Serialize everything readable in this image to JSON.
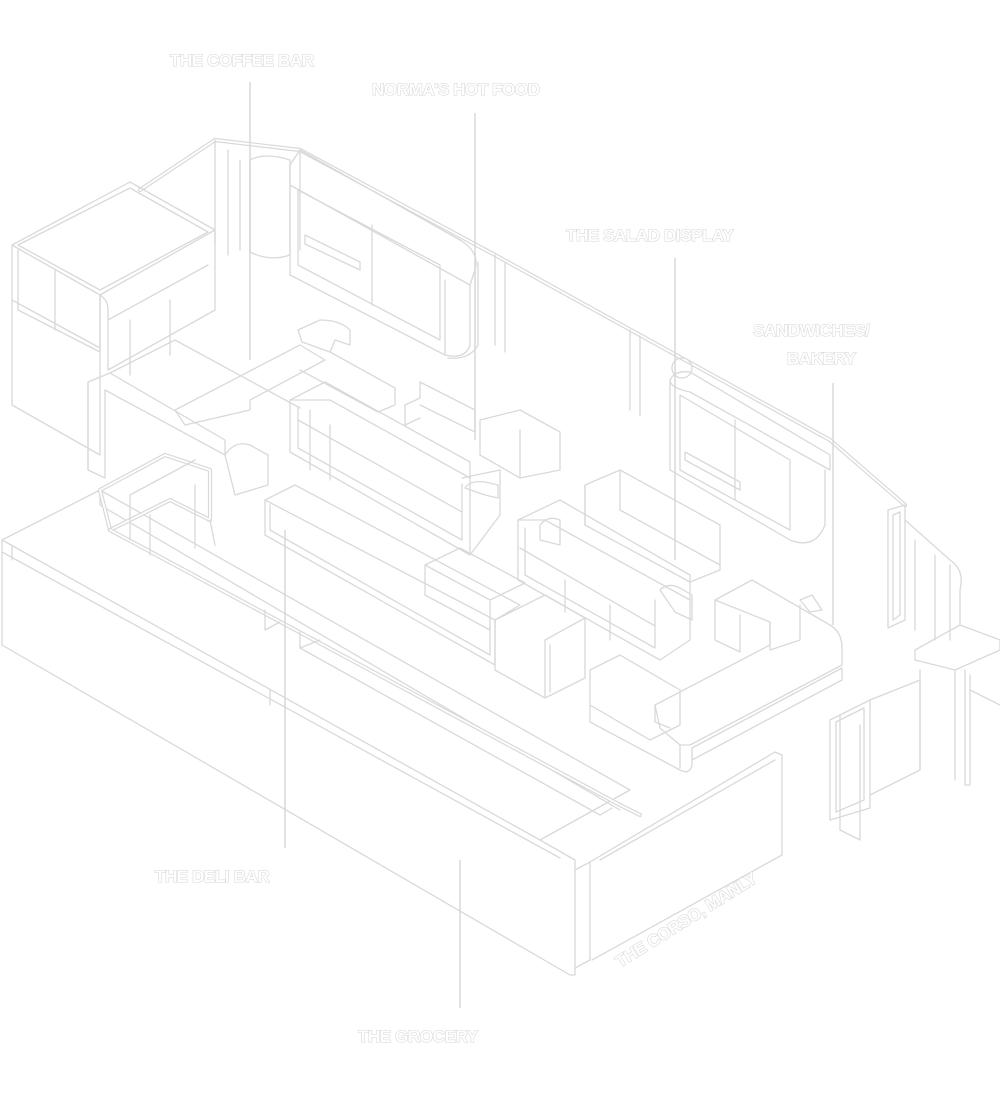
{
  "diagram": {
    "labels": {
      "coffee_bar": "THE COFFEE BAR",
      "hot_food": "NORMA'S HOT FOOD",
      "salad_display": "THE SALAD DISPLAY",
      "sandwiches_line1": "SANDWICHES/",
      "sandwiches_line2": "BAKERY",
      "deli_bar": "THE DELI BAR",
      "grocery": "THE GROCERY",
      "street": "THE CORSO, MANLY"
    },
    "colors": {
      "line": "#d9d9d9",
      "label_outline": "#d4d4d4",
      "background": "#ffffff"
    }
  }
}
